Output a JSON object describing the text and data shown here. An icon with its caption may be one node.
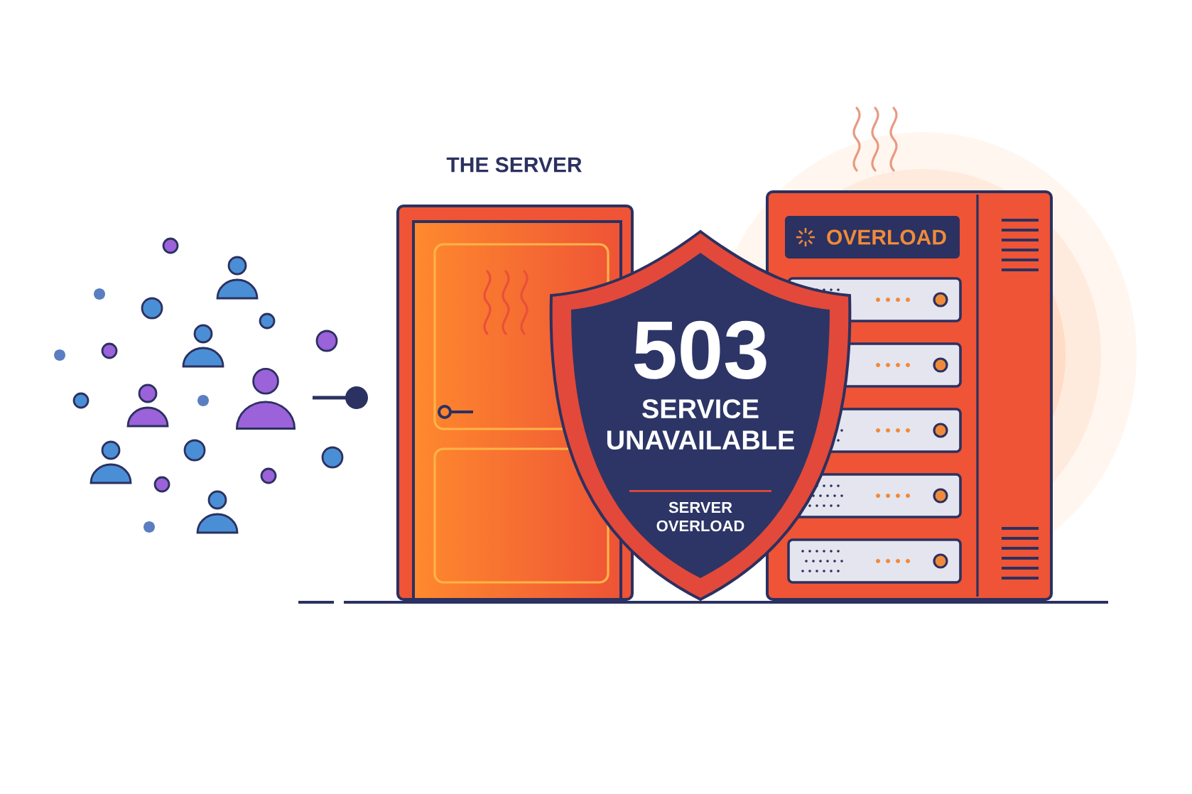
{
  "diagram": {
    "nodes": [
      {
        "text": [
          "503",
          "SERVICE UNAVAILABLE",
          "SERVER OVERLOAD"
        ]
      },
      {
        "text": [
          "OVERLOAD"
        ]
      }
    ],
    "labels": [
      "THE SERVER"
    ]
  }
}
